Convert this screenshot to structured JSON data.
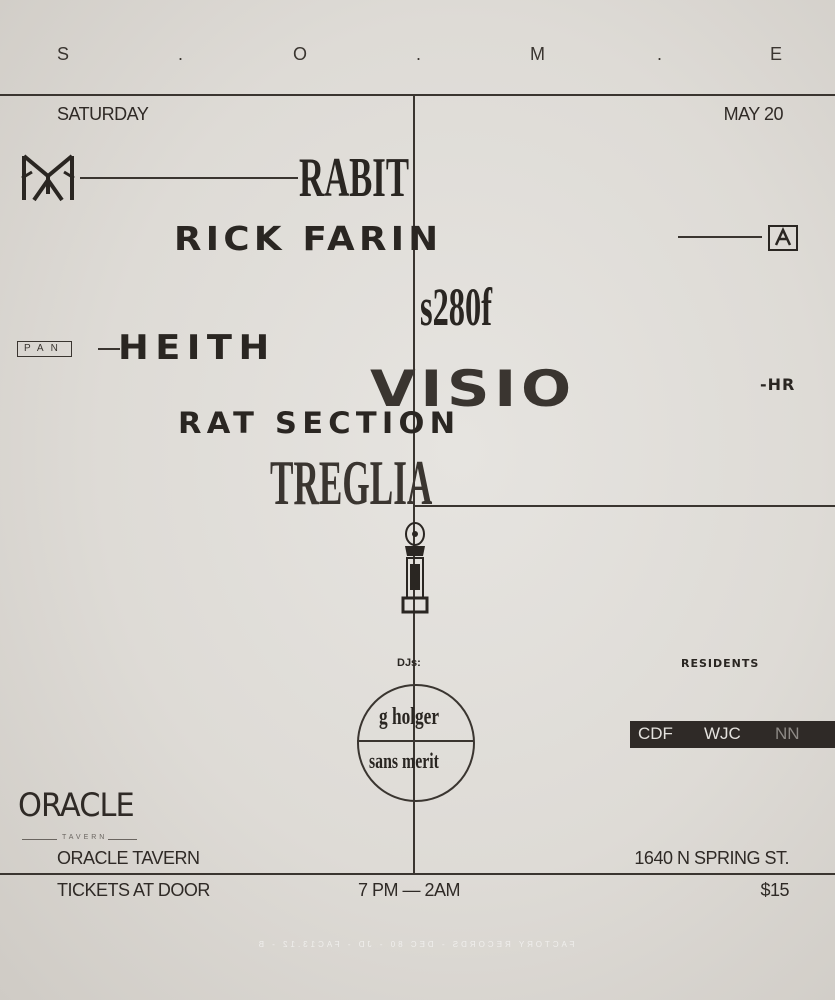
{
  "header": {
    "letters": [
      "S",
      ".",
      "O",
      ".",
      "M",
      ".",
      "E"
    ]
  },
  "event": {
    "day": "SATURDAY",
    "date": "MAY 20"
  },
  "lineup": {
    "artists": [
      "RABIT",
      "RICK FARIN",
      "s280f",
      "HEITH",
      "VISIO",
      "RAT SECTION",
      "TREGLIA"
    ],
    "heith_tag": "PAN",
    "visio_suffix": "-HR"
  },
  "djs": {
    "label": "DJs:",
    "names": [
      "g holger",
      "sans merit"
    ]
  },
  "residents": {
    "label": "RESIDENTS",
    "names": [
      "CDF",
      "WJC",
      "NN"
    ]
  },
  "venue": {
    "logo_text": "ORACLE",
    "logo_sub": "TAVERN",
    "name": "ORACLE TAVERN",
    "address": "1640 N SPRING ST."
  },
  "footer": {
    "tickets": "TICKETS AT DOOR",
    "time": "7 PM — 2AM",
    "price": "$15"
  },
  "fine_print": "FACTORY RECORDS - DEC 80 - JD - FAC13.12 - B",
  "colors": {
    "paper": "#dedbd6",
    "ink": "#2a2622",
    "resident_bar": "#2f2a27"
  }
}
